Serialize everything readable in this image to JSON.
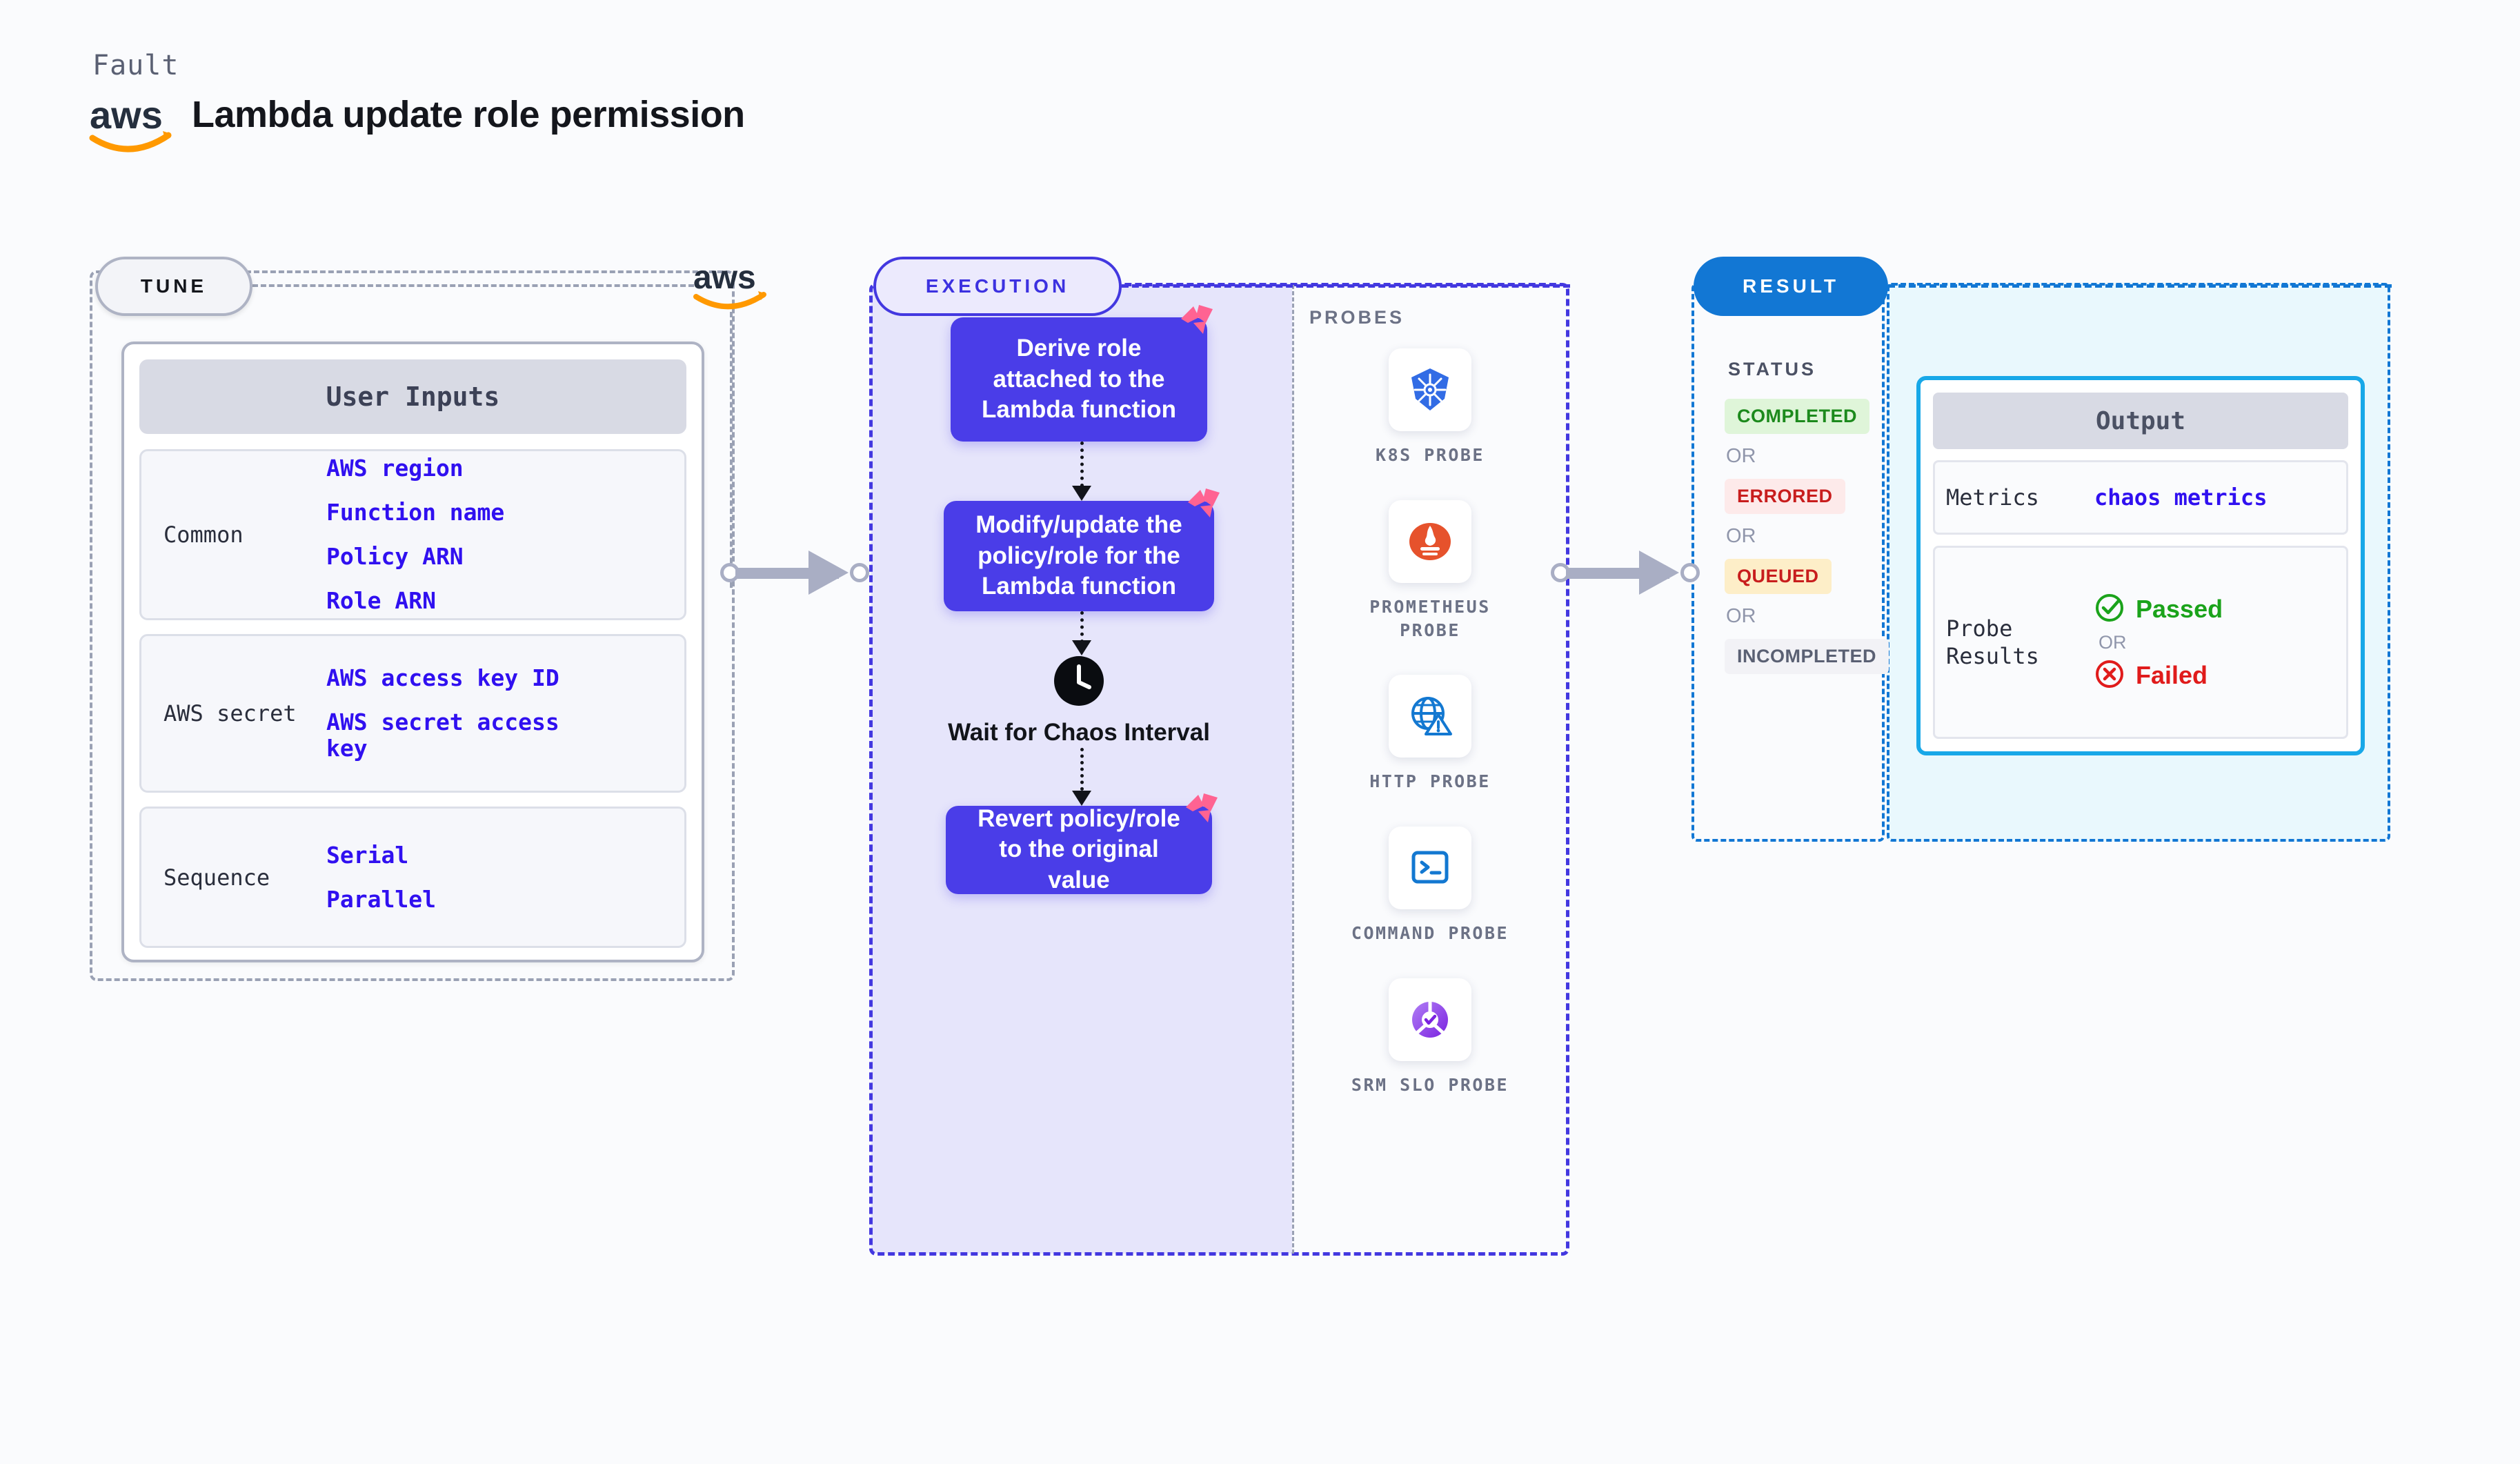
{
  "header": {
    "kicker": "Fault",
    "title": "Lambda update role permission",
    "logo_icon": "aws-logo"
  },
  "tune": {
    "badge": "TUNE",
    "side_logo_icon": "aws-logo",
    "card_title": "User Inputs",
    "groups": [
      {
        "label": "Common",
        "values": [
          "AWS region",
          "Function name",
          "Policy ARN",
          "Role ARN"
        ]
      },
      {
        "label": "AWS secret",
        "values": [
          "AWS access key ID",
          "AWS secret access key"
        ]
      },
      {
        "label": "Sequence",
        "values": [
          "Serial",
          "Parallel"
        ]
      }
    ]
  },
  "execution": {
    "badge": "EXECUTION",
    "steps": [
      {
        "type": "box",
        "label": "Derive role attached to the Lambda function",
        "badge_icon": "litmus-logo-icon"
      },
      {
        "type": "box",
        "label": "Modify/update the policy/role for the Lambda function",
        "badge_icon": "litmus-logo-icon"
      },
      {
        "type": "clock",
        "label": "Wait for Chaos Interval",
        "icon": "clock-icon"
      },
      {
        "type": "box",
        "label": "Revert policy/role to the original value",
        "badge_icon": "litmus-logo-icon"
      }
    ]
  },
  "probes": {
    "title": "PROBES",
    "items": [
      {
        "label": "K8S PROBE",
        "icon": "kubernetes-icon"
      },
      {
        "label": "PROMETHEUS PROBE",
        "icon": "prometheus-icon"
      },
      {
        "label": "HTTP PROBE",
        "icon": "http-globe-warning-icon"
      },
      {
        "label": "COMMAND PROBE",
        "icon": "terminal-icon"
      },
      {
        "label": "SRM SLO PROBE",
        "icon": "srm-slo-icon"
      }
    ]
  },
  "result": {
    "badge": "RESULT",
    "status_title": "STATUS",
    "or_label": "OR",
    "statuses": [
      {
        "label": "COMPLETED",
        "bg": "#dff5d9",
        "fg": "#1c8a1c"
      },
      {
        "label": "ERRORED",
        "bg": "#fdeaea",
        "fg": "#c81d1d"
      },
      {
        "label": "QUEUED",
        "bg": "#fdeec8",
        "fg": "#c81d1d"
      },
      {
        "label": "INCOMPLETED",
        "bg": "#f2f2f6",
        "fg": "#5a6073"
      }
    ],
    "output": {
      "title": "Output",
      "metrics_key": "Metrics",
      "metrics_value": "chaos metrics",
      "probe_key": "Probe Results",
      "passed_label": "Passed",
      "failed_label": "Failed",
      "or_label": "OR",
      "passed_icon": "check-circle-icon",
      "failed_icon": "x-circle-icon",
      "passed_color": "#1ba31b",
      "failed_color": "#e01b1b"
    }
  },
  "colors": {
    "accent_purple": "#4a3de8",
    "accent_blue": "#1277d4",
    "aws_orange": "#ff9900",
    "litmus_pink": "#ff6392"
  }
}
